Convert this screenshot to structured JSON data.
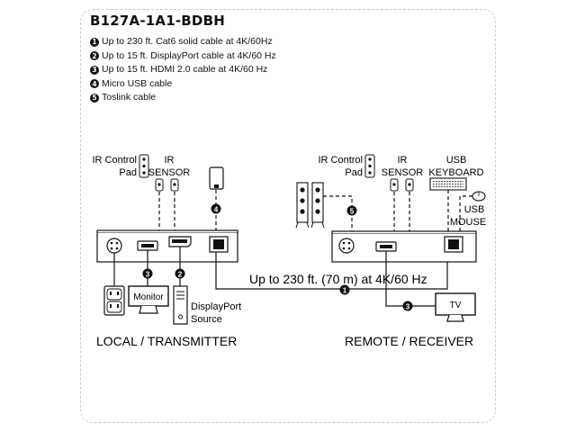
{
  "title": "B127A-1A1-BDBH",
  "legend": [
    {
      "num": "1",
      "text": "Up to 230 ft. Cat6 solid cable at 4K/60Hz"
    },
    {
      "num": "2",
      "text": "Up to 15 ft. DisplayPort cable at 4K/60 Hz"
    },
    {
      "num": "3",
      "text": "Up to 15 ft. HDMI 2.0 cable at 4K/60 Hz"
    },
    {
      "num": "4",
      "text": "Micro USB cable"
    },
    {
      "num": "5",
      "text": "Toslink cable"
    }
  ],
  "local": {
    "ir_control_line1": "IR Control",
    "ir_control_line2": "Pad",
    "ir_sensor_line1": "IR",
    "ir_sensor_line2": "SENSOR",
    "monitor": "Monitor",
    "dp_source_line1": "DisplayPort",
    "dp_source_line2": "Source",
    "section_label": "LOCAL / TRANSMITTER"
  },
  "remote": {
    "ir_control_line1": "IR Control",
    "ir_control_line2": "Pad",
    "ir_sensor_line1": "IR",
    "ir_sensor_line2": "SENSOR",
    "usb_keyboard_line1": "USB",
    "usb_keyboard_line2": "KEYBOARD",
    "usb_mouse_line1": "USB",
    "usb_mouse_line2": "MOUSE",
    "tv": "TV",
    "section_label": "REMOTE / RECEIVER"
  },
  "link_label": "Up to 230 ft. (70 m) at 4K/60 Hz",
  "markers": {
    "m1": "1",
    "m2": "2",
    "m3a": "3",
    "m3b": "3",
    "m4": "4",
    "m5": "5"
  }
}
